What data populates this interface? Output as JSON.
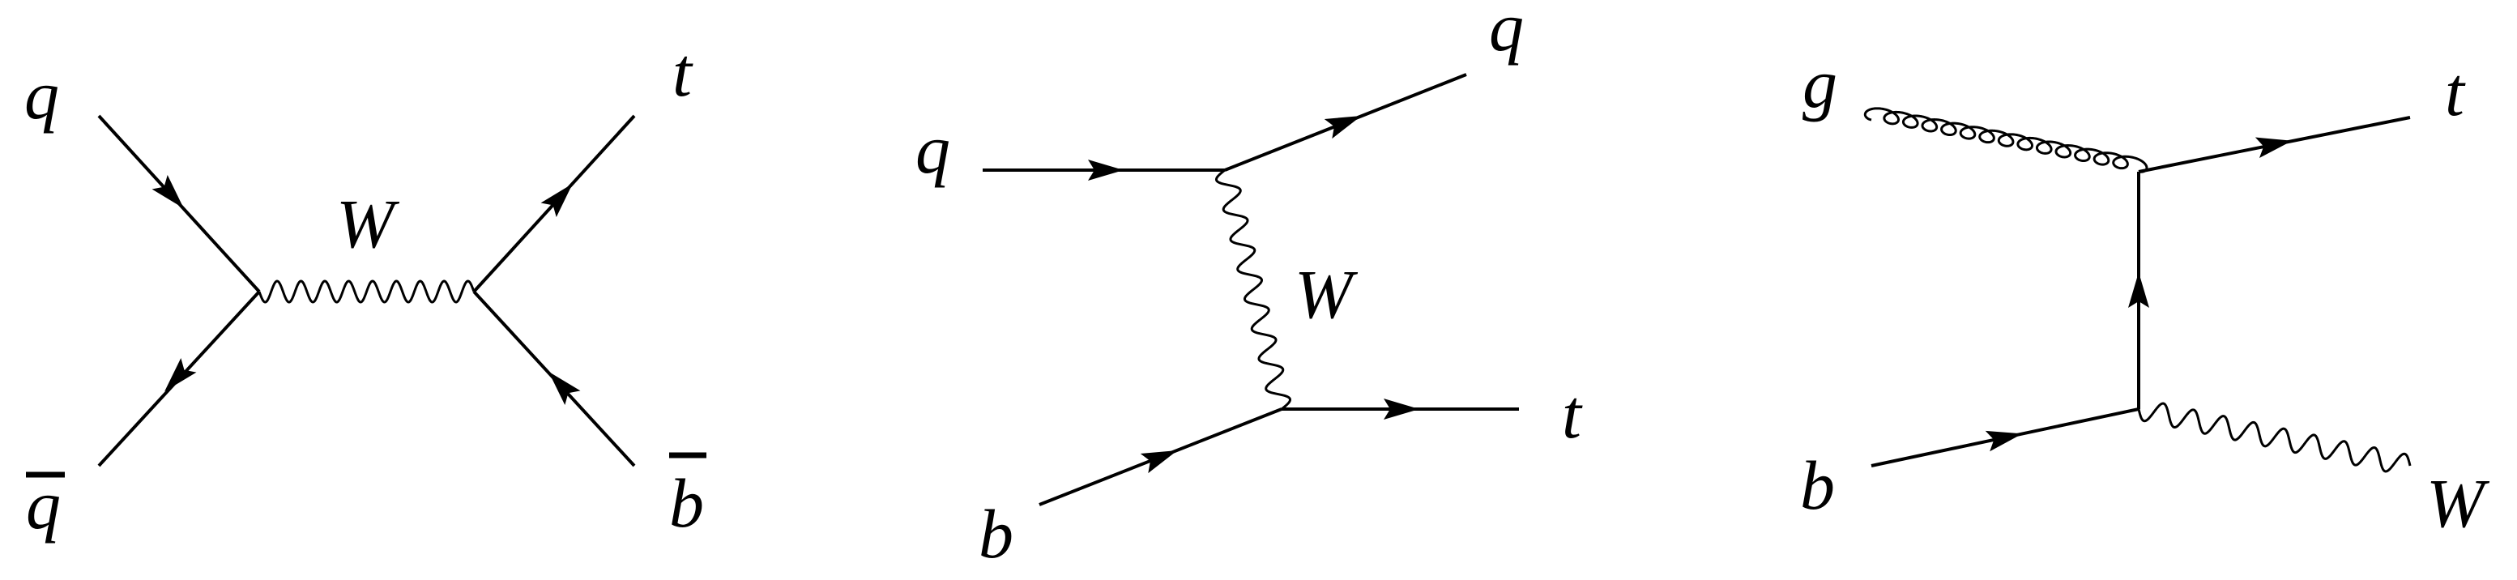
{
  "diagrams": [
    {
      "labels": {
        "q_in": "q",
        "qbar_in": "q",
        "boson": "W",
        "t_out": "t",
        "bbar_out": "b"
      }
    },
    {
      "labels": {
        "q_in": "q",
        "q_out": "q",
        "boson": "W",
        "b_in": "b",
        "t_out": "t"
      }
    },
    {
      "labels": {
        "g_in": "g",
        "t_out": "t",
        "b_in": "b",
        "w_out": "W"
      }
    }
  ]
}
